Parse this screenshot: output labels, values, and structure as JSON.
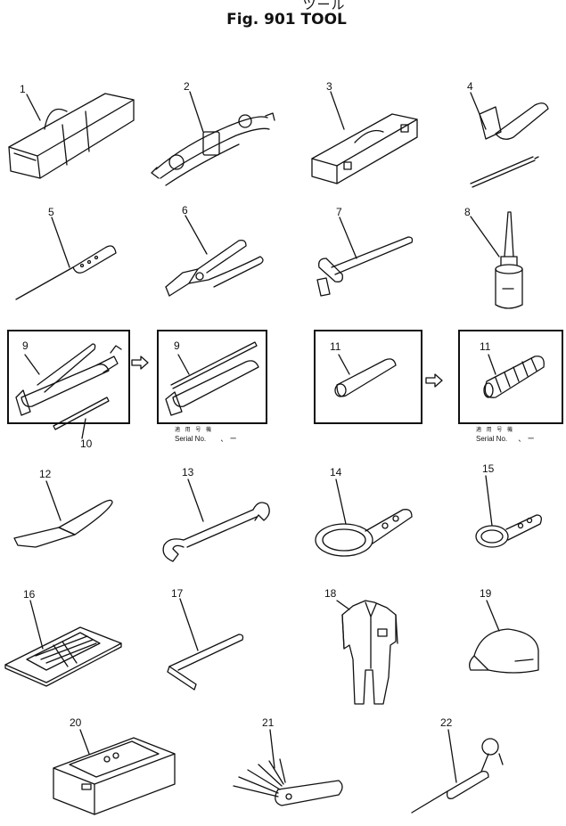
{
  "header": {
    "japanese_title": "ツール",
    "figure_title": "Fig. 901 TOOL"
  },
  "items": [
    {
      "number": "1",
      "icon": "tool-bag-icon"
    },
    {
      "number": "2",
      "icon": "wrench-set-icon"
    },
    {
      "number": "3",
      "icon": "tool-box-icon"
    },
    {
      "number": "4",
      "icon": "screwdriver-set-icon"
    },
    {
      "number": "5",
      "icon": "screwdriver-icon"
    },
    {
      "number": "6",
      "icon": "pliers-icon"
    },
    {
      "number": "7",
      "icon": "hammer-icon"
    },
    {
      "number": "8",
      "icon": "oil-can-icon"
    },
    {
      "number": "9",
      "icon": "grease-gun-icon"
    },
    {
      "number": "9",
      "icon": "grease-gun-icon"
    },
    {
      "number": "10",
      "icon": "nozzle-icon"
    },
    {
      "number": "11",
      "icon": "cylinder-pin-icon"
    },
    {
      "number": "11",
      "icon": "hose-icon"
    },
    {
      "number": "12",
      "icon": "knife-icon"
    },
    {
      "number": "13",
      "icon": "open-end-wrench-icon"
    },
    {
      "number": "14",
      "icon": "filter-wrench-large-icon"
    },
    {
      "number": "15",
      "icon": "filter-wrench-small-icon"
    },
    {
      "number": "16",
      "icon": "manual-icon"
    },
    {
      "number": "17",
      "icon": "hex-key-icon"
    },
    {
      "number": "18",
      "icon": "coverall-icon"
    },
    {
      "number": "19",
      "icon": "cap-icon"
    },
    {
      "number": "20",
      "icon": "parts-case-icon"
    },
    {
      "number": "21",
      "icon": "feeler-gauge-icon"
    },
    {
      "number": "22",
      "icon": "gauge-tool-icon"
    }
  ],
  "serial_notes": [
    {
      "jp": "適 用 号 機",
      "label": "Serial No.",
      "marks": "、  ー"
    },
    {
      "jp": "適 用 号 機",
      "label": "Serial No.",
      "marks": "、  ー"
    }
  ],
  "colors": {
    "line": "#111111",
    "background": "#ffffff"
  }
}
